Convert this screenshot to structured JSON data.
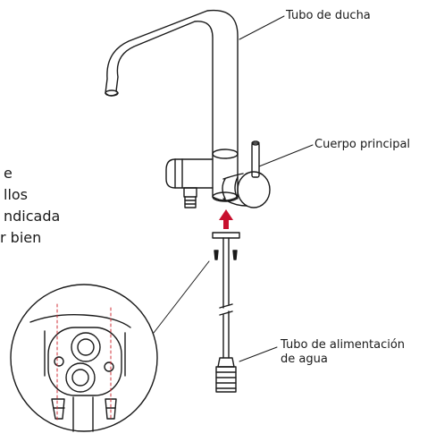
{
  "labels": {
    "shower_tube": "Tubo de ducha",
    "main_body": "Cuerpo principal",
    "supply_tube_line1": "Tubo de alimentación",
    "supply_tube_line2": "de agua"
  },
  "side_text": [
    "e",
    "llos",
    "ndicada",
    "r bien"
  ],
  "colors": {
    "line": "#1a1a1a",
    "arrow": "#c8102e",
    "guide": "#d0303a"
  }
}
